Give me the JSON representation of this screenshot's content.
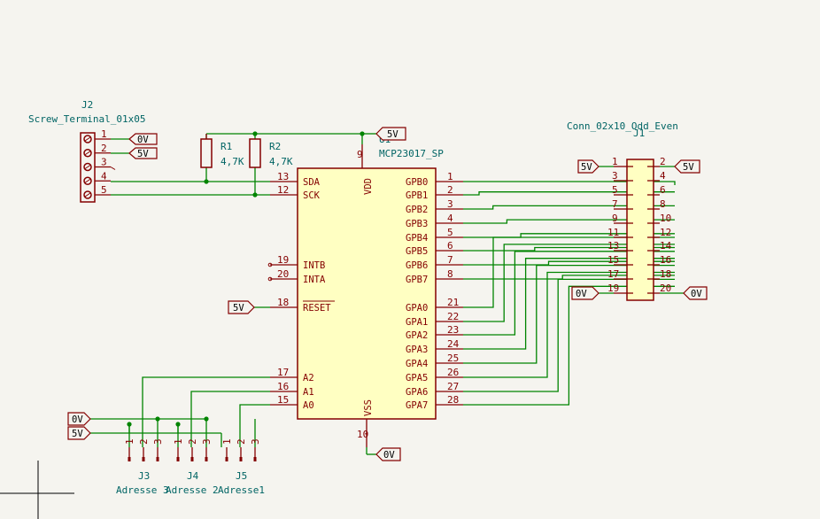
{
  "colors": {
    "wire": "#008400",
    "symbol": "#840000",
    "reference": "#006464",
    "fill": "#ffffc2",
    "background": "#f5f4ef"
  },
  "u1": {
    "ref": "U1",
    "value": "MCP23017_SP",
    "pins": {
      "sda": {
        "name": "SDA",
        "num": "13"
      },
      "sck": {
        "name": "SCK",
        "num": "12"
      },
      "intb": {
        "name": "INTB",
        "num": "19"
      },
      "inta": {
        "name": "INTA",
        "num": "20"
      },
      "reset": {
        "name": "RESET",
        "num": "18"
      },
      "a2": {
        "name": "A2",
        "num": "17"
      },
      "a1": {
        "name": "A1",
        "num": "16"
      },
      "a0": {
        "name": "A0",
        "num": "15"
      },
      "vdd": {
        "name": "VDD",
        "num": "9"
      },
      "vss": {
        "name": "VSS",
        "num": "10"
      }
    },
    "gpb": [
      {
        "name": "GPB0",
        "num": "1"
      },
      {
        "name": "GPB1",
        "num": "2"
      },
      {
        "name": "GPB2",
        "num": "3"
      },
      {
        "name": "GPB3",
        "num": "4"
      },
      {
        "name": "GPB4",
        "num": "5"
      },
      {
        "name": "GPB5",
        "num": "6"
      },
      {
        "name": "GPB6",
        "num": "7"
      },
      {
        "name": "GPB7",
        "num": "8"
      }
    ],
    "gpa": [
      {
        "name": "GPA0",
        "num": "21"
      },
      {
        "name": "GPA1",
        "num": "22"
      },
      {
        "name": "GPA2",
        "num": "23"
      },
      {
        "name": "GPA3",
        "num": "24"
      },
      {
        "name": "GPA4",
        "num": "25"
      },
      {
        "name": "GPA5",
        "num": "26"
      },
      {
        "name": "GPA6",
        "num": "27"
      },
      {
        "name": "GPA7",
        "num": "28"
      }
    ]
  },
  "r1": {
    "ref": "R1",
    "value": "4,7K"
  },
  "r2": {
    "ref": "R2",
    "value": "4,7K"
  },
  "j2": {
    "ref": "J2",
    "value": "Screw_Terminal_01x05",
    "pins": [
      "1",
      "2",
      "3",
      "4",
      "5"
    ]
  },
  "j1": {
    "ref": "J1",
    "value": "Conn_02x10_Odd_Even",
    "left_pins": [
      "1",
      "3",
      "5",
      "7",
      "9",
      "11",
      "13",
      "15",
      "17",
      "19"
    ],
    "right_pins": [
      "2",
      "4",
      "6",
      "8",
      "10",
      "12",
      "14",
      "16",
      "18",
      "20"
    ]
  },
  "jumpers": [
    {
      "ref": "J3",
      "value": "Adresse 3",
      "pins": [
        "1",
        "2",
        "3"
      ]
    },
    {
      "ref": "J4",
      "value": "Adresse 2",
      "pins": [
        "1",
        "2",
        "3"
      ]
    },
    {
      "ref": "J5",
      "value": "Adresse1",
      "pins": [
        "1",
        "2",
        "3"
      ]
    }
  ],
  "power": {
    "v5": "5V",
    "v0": "0V"
  }
}
